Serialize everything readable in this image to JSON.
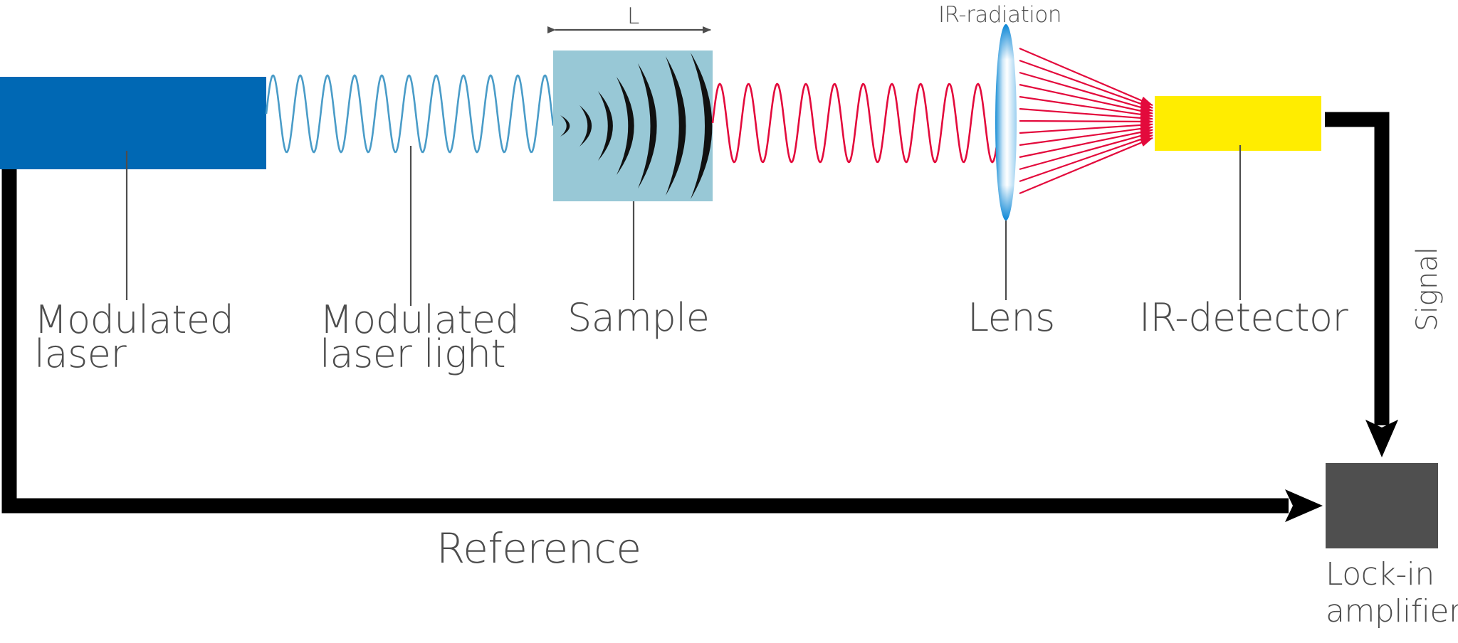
{
  "labels": {
    "modulated_laser": [
      "Modulated",
      "laser"
    ],
    "modulated_laser_light": [
      "Modulated",
      "laser light"
    ],
    "sample": "Sample",
    "lens": "Lens",
    "ir_detector": "IR-detector",
    "ir_radiation": "IR-radiation",
    "length": "L",
    "signal": "Signal",
    "reference": "Reference",
    "lock_in_amplifier": [
      "Lock-in",
      "amplifier"
    ]
  },
  "colors": {
    "laser_blue": "#0068b4",
    "laser_light_wave": "#4a9cc8",
    "sample_fill": "#98c8d6",
    "ir_wave_red": "#e30a3c",
    "detector_yellow": "#ffed00",
    "lock_in_gray": "#4f4f4f",
    "arrow_black": "#000000",
    "leader_gray": "#4d4d4d"
  }
}
